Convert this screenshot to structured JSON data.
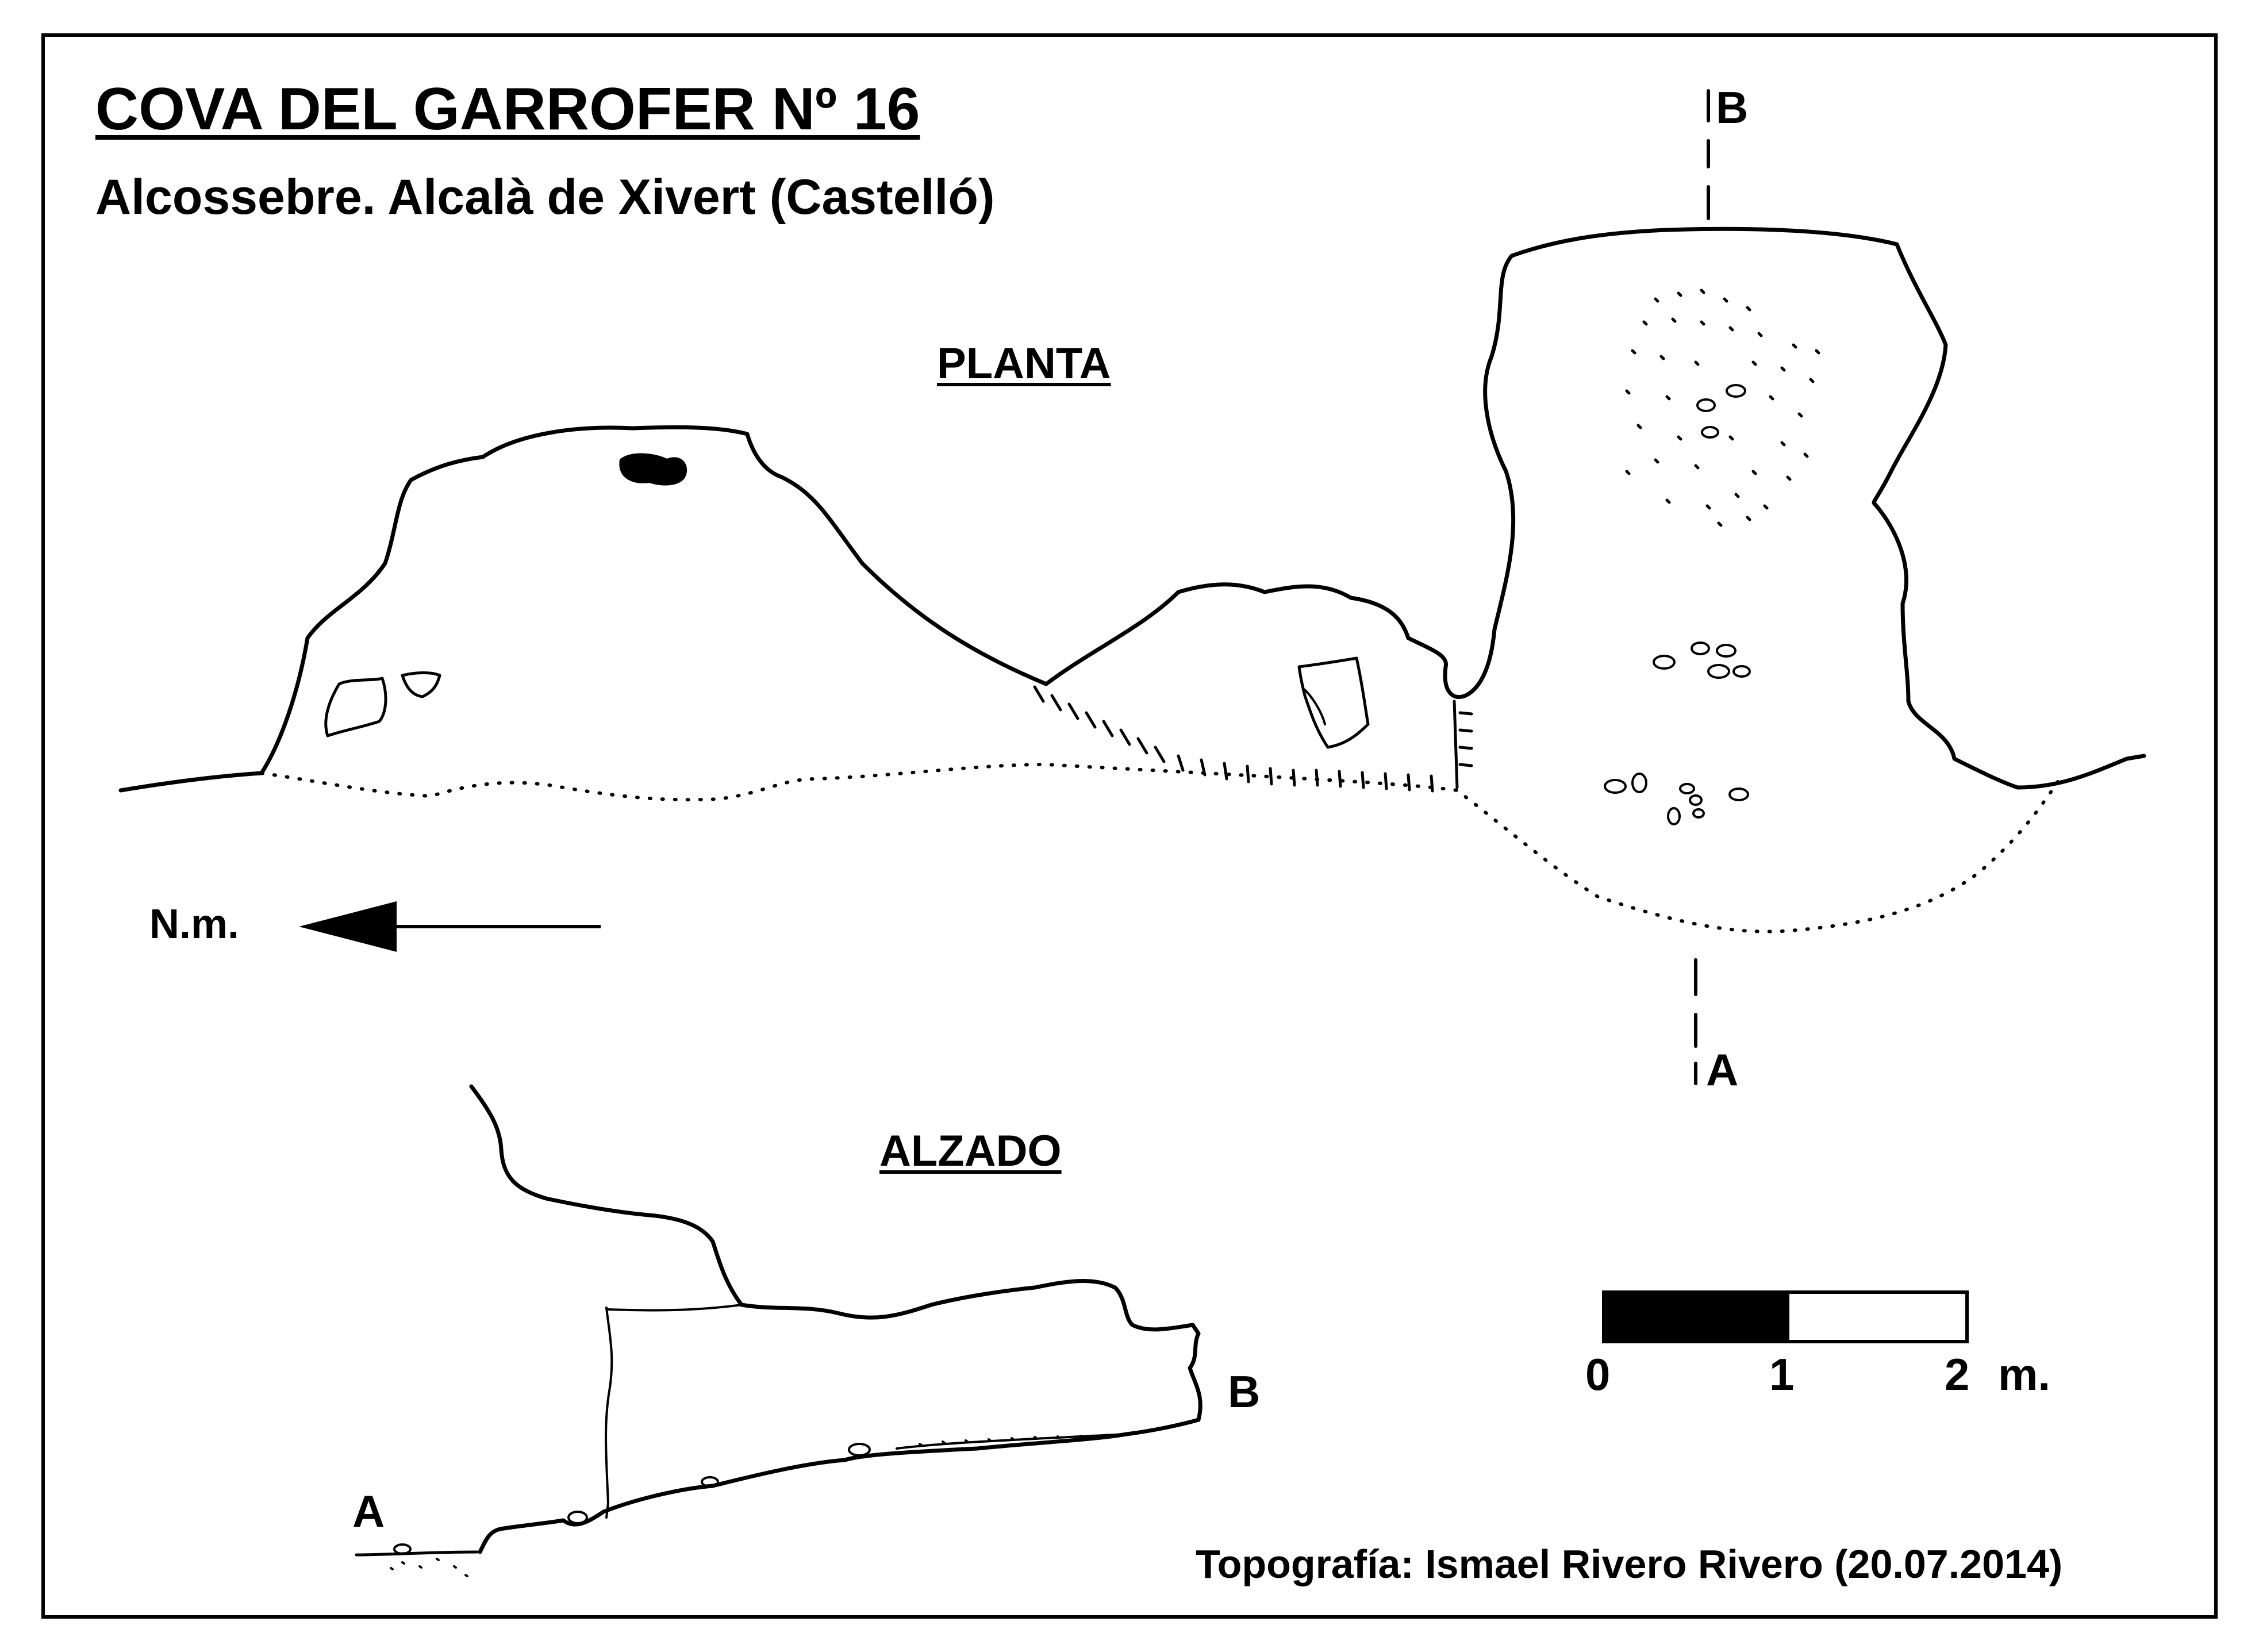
{
  "map": {
    "title": "COVA DEL GARROFER Nº 16",
    "subtitle": "Alcossebre. Alcalà de Xivert (Castelló)",
    "views": {
      "plan_label": "PLANTA",
      "elevation_label": "ALZADO"
    },
    "north": {
      "label": "N.m."
    },
    "section_markers": {
      "plan_top": "B",
      "plan_bottom": "A",
      "elevation_right": "B",
      "elevation_left": "A"
    },
    "scale_bar": {
      "labels": [
        "0",
        "1",
        "2"
      ],
      "unit": "m."
    },
    "credit": "Topografía: Ismael Rivero Rivero (20.07.2014)",
    "colors": {
      "ink": "#000000",
      "paper": "#ffffff"
    }
  }
}
